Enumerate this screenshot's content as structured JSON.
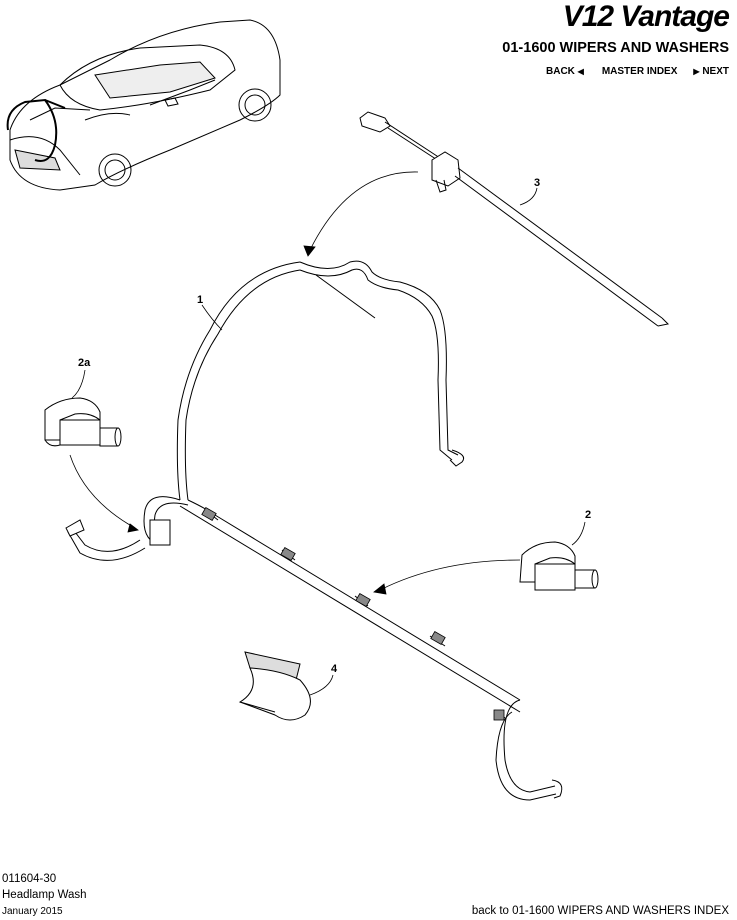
{
  "header": {
    "logo": "V12 Vantage",
    "section_title": "01-1600 WIPERS AND WASHERS",
    "nav": {
      "back": "BACK",
      "master_index": "MASTER INDEX",
      "next": "NEXT"
    }
  },
  "callouts": {
    "c1": "1",
    "c2": "2",
    "c2a": "2a",
    "c3": "3",
    "c4": "4"
  },
  "footer": {
    "code": "011604-30",
    "name": "Headlamp Wash",
    "date": "January 2015",
    "back_link": "back to 01-1600 WIPERS AND WASHERS INDEX"
  }
}
